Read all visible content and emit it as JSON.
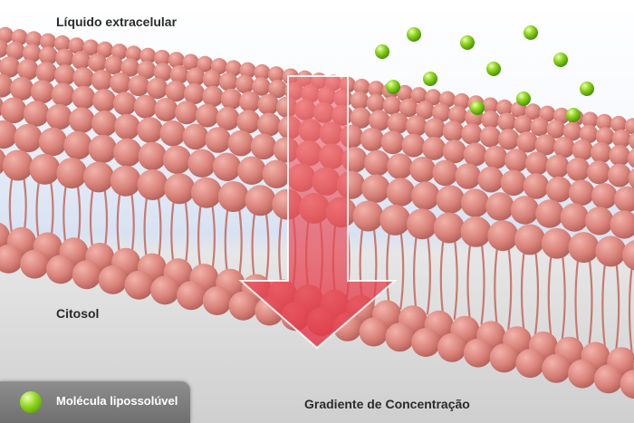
{
  "labels": {
    "extracellular": "Líquido extracelular",
    "cytosol": "Citosol",
    "gradient": "Gradiente de Concentração"
  },
  "legend": {
    "molecule_label": "Molécula lipossolúvel",
    "molecule_icon": "green-sphere-icon"
  },
  "colors": {
    "lipid_head": "#d9827a",
    "lipid_tail": "#c76e66",
    "molecule": "#8ed41c",
    "arrow": "#e64a52",
    "legend_bg": "#7f7f7f"
  }
}
